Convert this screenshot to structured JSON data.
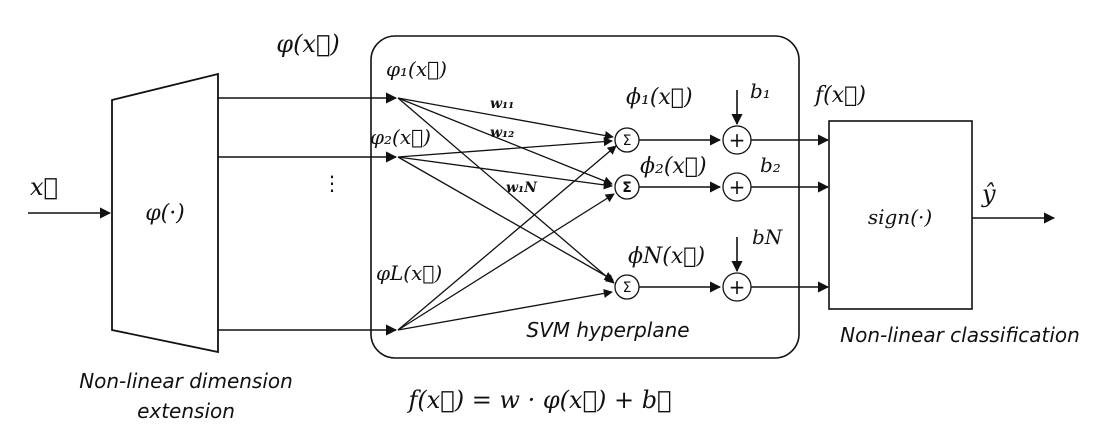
{
  "input": {
    "x": "x⃗"
  },
  "extension": {
    "func": "φ(·)",
    "output": "φ(x⃗)",
    "caption_line1": "Non-linear dimension",
    "caption_line2": "extension",
    "vdots": "⋮"
  },
  "features": [
    {
      "label": "φ₁(x⃗)"
    },
    {
      "label": "φ₂(x⃗)"
    },
    {
      "label": "φL(x⃗)"
    }
  ],
  "weights": [
    {
      "label": "w₁₁"
    },
    {
      "label": "w₁₂"
    },
    {
      "label": "w₁N"
    }
  ],
  "hyperplane": {
    "caption": "SVM hyperplane",
    "sigma": "Σ",
    "plus": "+",
    "outputs": [
      {
        "label": "ϕ₁(x⃗)"
      },
      {
        "label": "ϕ₂(x⃗)"
      },
      {
        "label": "ϕN(x⃗)"
      }
    ],
    "biases": [
      {
        "label": "b₁"
      },
      {
        "label": "b₂"
      },
      {
        "label": "bN"
      }
    ]
  },
  "classifier": {
    "output_label": "f(x⃗)",
    "func": "sign(·)",
    "result": "ŷ",
    "caption": "Non-linear classification"
  },
  "formula": "f(x⃗) = w · φ(x⃗) + b⃗"
}
